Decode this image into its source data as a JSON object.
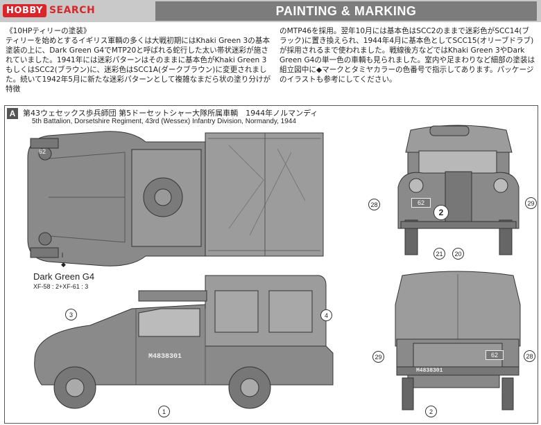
{
  "header": {
    "logo_hobby": "HOBBY",
    "logo_search": "SEARCH",
    "title": "PAINTING & MARKING"
  },
  "intro": {
    "heading": "《10HPティリーの塗装》",
    "left_text": "ティリーを始めとするイギリス軍輌の多くは大戦初期にはKhaki Green 3の基本塗装の上に、Dark Green G4でMTP20と呼ばれる蛇行した太い帯状迷彩が施されていました。1941年には迷彩パターンはそのままに基本色がKhaki Green 3もしくはSCC2(ブラウン)に、迷彩色はSCC1A(ダークブラウン)に変更されました。続いて1942年5月に新たな迷彩パターンとして複雑なまだら状の塗り分けが特徴",
    "right_text": "のMTP46を採用。翌年10月には基本色はSCC2のままで迷彩色がSCC14(ブラック)に置き換えられ、1944年4月に基本色としてSCC15(オリーブドラブ)が採用されるまで使われました。戦線後方などではKhaki Green 3やDark Green G4の単一色の車輌も見られました。室内や足まわりなど細部の塗装は組立図中に◆マークとタミヤカラーの色番号で指示してあります。パッケージのイラストも参考にしてください。"
  },
  "section": {
    "letter": "A",
    "unit_jp": "第43ウェセックス歩兵師団 第5ドーセットシャー大隊所属車輌　1944年ノルマンディ",
    "unit_en": "5th Battalion, Dorsetshire Regiment, 43rd (Wessex) Infantry Division, Normandy, 1944"
  },
  "paint": {
    "name": "Dark Green G4",
    "mix": "XF-58 : 2+XF-61 : 3"
  },
  "markings": {
    "registration": "M4838301",
    "tactical_number": "62"
  },
  "callouts": {
    "side_front_wheel": "3",
    "side_canvas": "4",
    "side_door": "1",
    "front_left": "28",
    "front_center": "2",
    "front_right": "29",
    "front_bottom_left": "21",
    "front_bottom_right": "20",
    "rear_left": "29",
    "rear_right": "28",
    "rear_bottom": "2"
  },
  "colors": {
    "brand_red": "#d8262a",
    "banner_gray": "#7c7c7c",
    "topbar_gray": "#c9c9c9",
    "vehicle_fill": "#8a8a8a",
    "canvas_fill": "#9a9a9a"
  }
}
